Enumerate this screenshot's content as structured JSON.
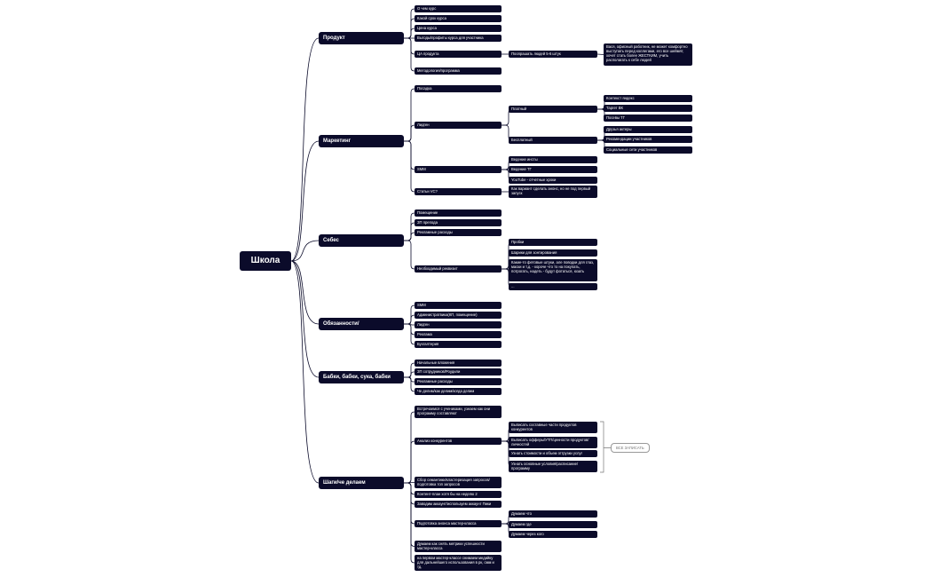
{
  "root": "Школа X",
  "l1": {
    "product": "Продукт",
    "marketing": "Маркетинг",
    "sebes": "Себес",
    "duties": "Обязанности/Ответственность",
    "money": "Бабки, бабки, сука, бабки",
    "steps": "Шаги/че делаем"
  },
  "product": {
    "about": "О чем курс",
    "duration": "Какой срок курса",
    "price": "Цена курса",
    "benefits": "Выгоды/профиты курса для участника",
    "ca": "ЦА продукта",
    "ca_interview": "Поопрашать людей 5-6 штук",
    "ca_desc": "Вася, офисный работник, не может комфортно выступать перед коллегами, его все шеймят, хочет стать более ЖЕСТКИМ, учить располагать к себе людей",
    "method": "Методология/программа"
  },
  "marketing": {
    "landing": "Посадка",
    "leads": "Лидген",
    "paid": "Платный",
    "context": "Контекст яндекс",
    "target_vk": "Таргет ВК",
    "tg_posts": "Посевы ТГ",
    "free": "Бесплатный",
    "friends": "Друзья актеры",
    "recommend": "Рекомендации участников",
    "social": "Социальные сети участников",
    "smm": "SMM",
    "insta": "Ведение инсты",
    "tg": "Ведение ТГ",
    "youtube": "YouTube - отчетные хроки",
    "vc": "Статьи VC?",
    "vc_note": "Как вариант сделать анонс, но не под первый запуск"
  },
  "sebes": {
    "room": "Помещение",
    "salary": "ЗП препода",
    "ads": "Рекламные расходы",
    "props": "Необходимый реквизит",
    "props_1": "Пробки",
    "props_2": "Шарики для зонтирования",
    "props_3": "Какие-то фетовые штуки, але поводки для глаз, маски и т.д. - короче что то на покупать, потрогать, надеть - будут фотаться, юзать",
    "props_4": "..."
  },
  "duties": {
    "smm": "SMM",
    "admin": "Администратвика(КП, помещение)",
    "leads": "Лидген",
    "ads": "Реклама",
    "accounting": "Бухгалтерия"
  },
  "money": {
    "invest": "Начальные вложения",
    "salary": "ЗП сотрудников/Роудили",
    "ads": "Рекламные расходы",
    "split": "Че делим/как делим/когда делим"
  },
  "steps": {
    "meet": "Встречаемся с учениками, узнаем как они программу составляют",
    "competitors": "Анализ конкурентов",
    "comp_1": "Выписать составные части продуктов конкурентов",
    "comp_2": "Выписать офферы/УТП/ценности продуктов/ личностей",
    "comp_3": "Узнать стоимости и объем отгрузки услуг",
    "comp_4": "Узнать основные условия/расписание/ программу",
    "tag": "ВСЕ ЗАПИСАТЬ",
    "semantics": "Сбор семантики/кластеризация запросов/ подготовка топ запросов",
    "content_plan": "Контент-план хотя бы на неделю 2",
    "account": "Заводим аккаунт/используем аккаунт Пики",
    "masterclass": "Подготовка анонса мастер-класса",
    "mc_what": "Думаем что",
    "mc_where": "Думаем где",
    "mc_who": "Думаем через кого",
    "measure": "Думаем как снять метрики успешности мастер-класса",
    "media": "на первом мастер-классе снимаем медийку для дальнейшего использования в рк, смм и тд."
  }
}
